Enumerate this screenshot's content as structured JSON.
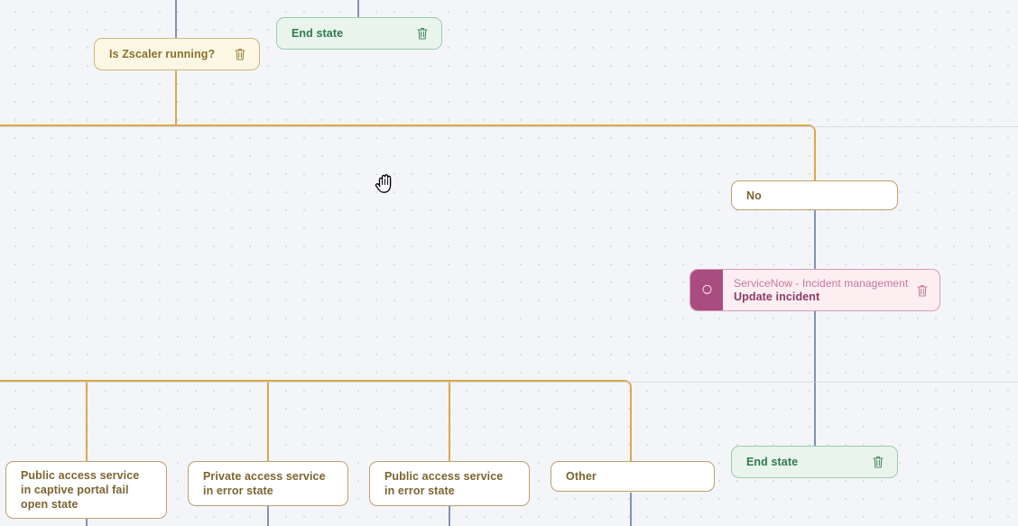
{
  "canvas": {
    "cursor": "grab-hand-cursor",
    "background": "#f4f5f9",
    "grid": "dotted"
  },
  "colors": {
    "edge_gold": "#d9a94c",
    "edge_slate": "#8392b0",
    "decision_bg": "#fbf7e4",
    "decision_border": "#ccb877",
    "decision_text": "#8a7129",
    "branch_bg": "#ffffff",
    "branch_border": "#bda06a",
    "branch_text": "#7c6430",
    "endstate_bg": "#e9f4ec",
    "endstate_border": "#9dcaae",
    "endstate_text": "#2f7a4f",
    "action_bg": "#fdeef2",
    "action_border": "#d99cb8",
    "action_badge": "#a94d80",
    "action_title": "#8c3b63",
    "action_subtitle": "#c4779c"
  },
  "nodes": {
    "decision_zscaler": {
      "label": "Is Zscaler running?",
      "delete_icon": "trash-icon"
    },
    "end_state_top": {
      "label": "End state",
      "delete_icon": "trash-icon"
    },
    "branch_no": {
      "label": "No"
    },
    "action_servicenow": {
      "subtitle": "ServiceNow - Incident management",
      "title": "Update incident",
      "app_icon": "servicenow-icon",
      "delete_icon": "trash-icon"
    },
    "end_state_right": {
      "label": "End state",
      "delete_icon": "trash-icon"
    },
    "branch_captive_portal": {
      "label": "Public access service in captive portal fail open state"
    },
    "branch_private_error": {
      "label": "Private access service in error state"
    },
    "branch_public_error": {
      "label": "Public access service in error state"
    },
    "branch_other": {
      "label": "Other"
    }
  }
}
